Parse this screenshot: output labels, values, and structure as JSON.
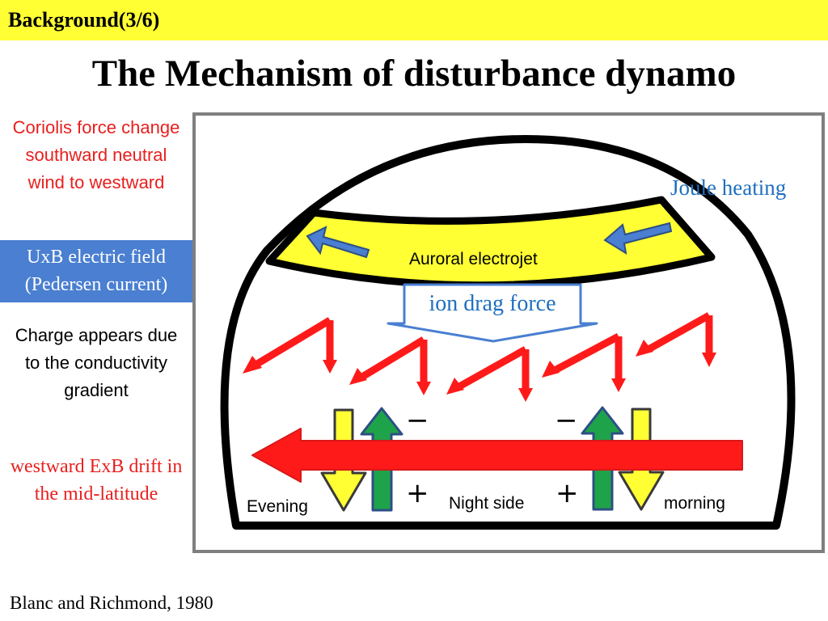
{
  "header": {
    "section_label": "Background(3/6)"
  },
  "title": "The Mechanism of disturbance dynamo",
  "sidebar": {
    "step1": "Coriolis force change southward neutral wind to westward",
    "step2": "UxB electric field (Pedersen current)",
    "step3": "Charge appears due to the conductivity gradient",
    "step4": "westward ExB drift in the mid-latitude"
  },
  "diagram": {
    "auroral_label": "Auroral electrojet",
    "joule_label": "Joule heating",
    "ion_drag_label": "ion drag force",
    "evening_label": "Evening",
    "night_label": "Night side",
    "morning_label": "morning",
    "minus_sign": "−",
    "plus_sign": "+"
  },
  "citation": "Blanc and Richmond, 1980",
  "colors": {
    "header_bg": "#ffff33",
    "red_text": "#e8201e",
    "blue_box": "#4a7fd1",
    "blue_text": "#1e6fbf",
    "yellow_band": "#ffff33",
    "red_arrow": "#ff1a1a",
    "green_arrow": "#1fa34a",
    "blue_arrow": "#4a7fd1"
  }
}
